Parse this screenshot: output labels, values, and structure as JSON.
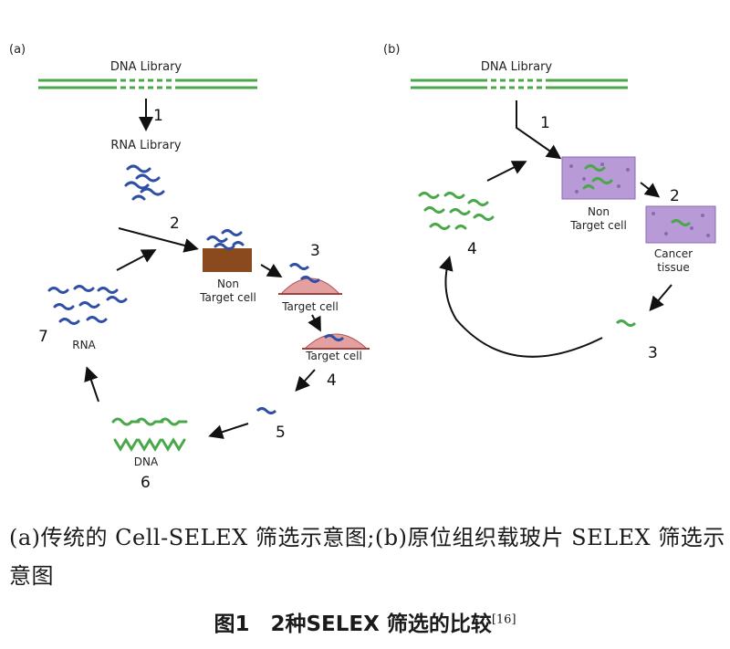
{
  "panel_a": {
    "panel_label": "(a)",
    "dna_library": "DNA Library",
    "rna_library": "RNA Library",
    "non_target_cell_line1": "Non",
    "non_target_cell_line2": "Target cell",
    "target_cell_1": "Target cell",
    "target_cell_2": "Target cell",
    "rna": "RNA",
    "dna": "DNA",
    "steps": [
      "1",
      "2",
      "3",
      "4",
      "5",
      "6",
      "7"
    ]
  },
  "panel_b": {
    "panel_label": "(b)",
    "dna_library": "DNA Library",
    "non_target_cell_line1": "Non",
    "non_target_cell_line2": "Target cell",
    "cancer_tissue_line1": "Cancer",
    "cancer_tissue_line2": "tissue",
    "steps": [
      "1",
      "2",
      "3",
      "4"
    ]
  },
  "caption": {
    "line1": "(a)传统的 Cell-SELEX 筛选示意图;(b)原位组织载玻片 SELEX 筛选示意图",
    "title": "图1　2种SELEX 筛选的比较",
    "ref": "[16]"
  },
  "colors": {
    "dna_green": "#4aa84a",
    "rna_blue": "#2f4fa6",
    "non_target_brown": "#8a4a1e",
    "target_cell_pink": "#e3a0a0",
    "tissue_purple": "#b89ad6"
  }
}
